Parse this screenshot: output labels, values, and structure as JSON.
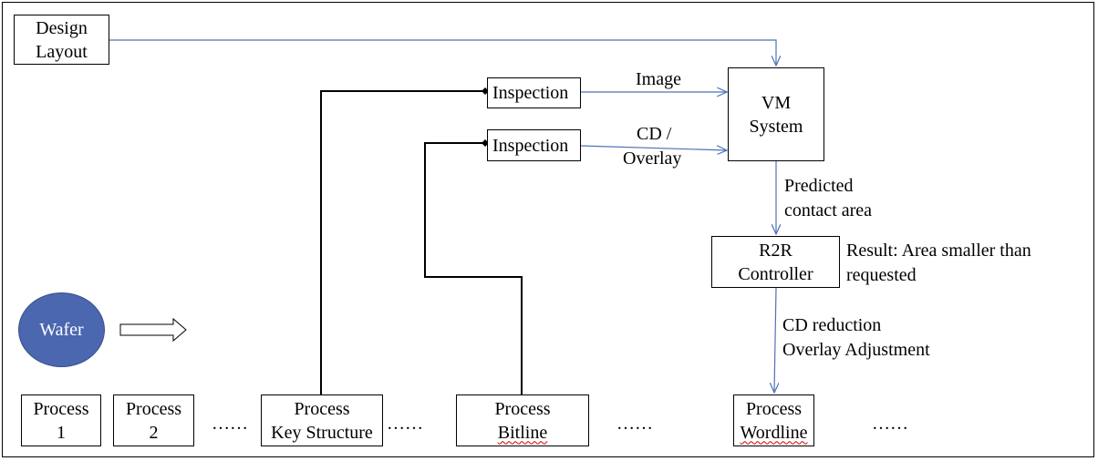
{
  "design_layout": {
    "line1": "Design",
    "line2": "Layout"
  },
  "inspection_top": "Inspection",
  "inspection_bottom": "Inspection",
  "vm_system": {
    "line1": "VM",
    "line2": "System"
  },
  "r2r_controller": {
    "line1": "R2R",
    "line2": "Controller"
  },
  "labels": {
    "image": "Image",
    "cd_overlay_1": "CD /",
    "cd_overlay_2": "Overlay",
    "predicted_1": "Predicted",
    "predicted_2": "contact area",
    "result_1": "Result: Area smaller than",
    "result_2": "requested",
    "adjust_1": "CD reduction",
    "adjust_2": "Overlay Adjustment"
  },
  "wafer": "Wafer",
  "processes": [
    {
      "line1": "Process",
      "line2": "1"
    },
    {
      "line1": "Process",
      "line2": "2"
    },
    {
      "line1": "Process",
      "line2": "Key Structure"
    },
    {
      "line1": "Process",
      "line2": "Bitline"
    },
    {
      "line1": "Process",
      "line2": "Wordline"
    }
  ],
  "ellipsis": "……",
  "colors": {
    "arrow": "#4f72b5",
    "wafer": "#4a67b0"
  }
}
